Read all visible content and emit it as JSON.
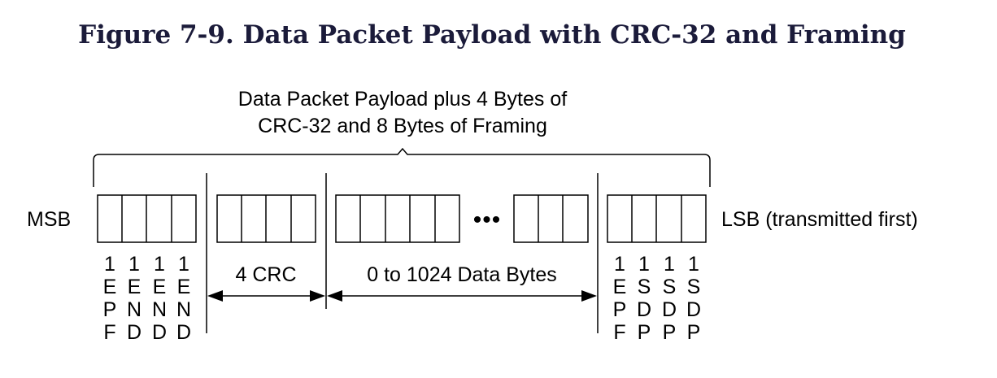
{
  "figure": {
    "title": "Figure 7-9.  Data Packet Payload with CRC-32 and Framing",
    "brace_label_line1": "Data Packet Payload plus 4 Bytes of",
    "brace_label_line2": "CRC-32 and 8 Bytes of Framing",
    "msb_label": "MSB",
    "lsb_label": "LSB (transmitted first)",
    "crc_label": "4 CRC",
    "data_label": "0 to 1024 Data Bytes",
    "ellipsis": "•••",
    "end_framing": [
      [
        "1",
        "E",
        "P",
        "F"
      ],
      [
        "1",
        "E",
        "N",
        "D"
      ],
      [
        "1",
        "E",
        "N",
        "D"
      ],
      [
        "1",
        "E",
        "N",
        "D"
      ]
    ],
    "start_framing": [
      [
        "1",
        "E",
        "P",
        "F"
      ],
      [
        "1",
        "S",
        "D",
        "P"
      ],
      [
        "1",
        "S",
        "D",
        "P"
      ],
      [
        "1",
        "S",
        "D",
        "P"
      ]
    ]
  }
}
